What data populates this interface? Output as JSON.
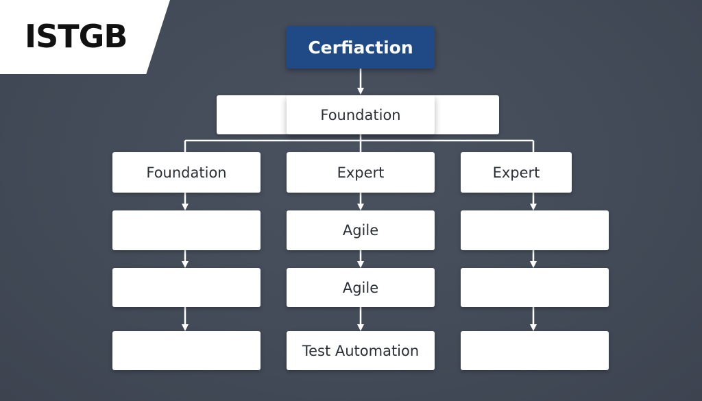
{
  "logo": {
    "text": "ISTGB"
  },
  "diagram": {
    "root": {
      "label": "Cerfiaction"
    },
    "level1": {
      "left": {
        "label": ""
      },
      "center": {
        "label": "Foundation"
      },
      "right": {
        "label": ""
      }
    },
    "columns": [
      {
        "items": [
          {
            "label": "Foundation"
          },
          {
            "label": ""
          },
          {
            "label": ""
          },
          {
            "label": ""
          }
        ]
      },
      {
        "items": [
          {
            "label": "Expert"
          },
          {
            "label": "Agile"
          },
          {
            "label": "Agile"
          },
          {
            "label": "Test Automation"
          }
        ]
      },
      {
        "items": [
          {
            "label": "Expert"
          },
          {
            "label": ""
          },
          {
            "label": ""
          },
          {
            "label": ""
          }
        ]
      }
    ]
  },
  "colors": {
    "background": "#434b58",
    "root_fill": "#1f4a85",
    "node_fill": "#ffffff",
    "connector": "#ffffff"
  }
}
